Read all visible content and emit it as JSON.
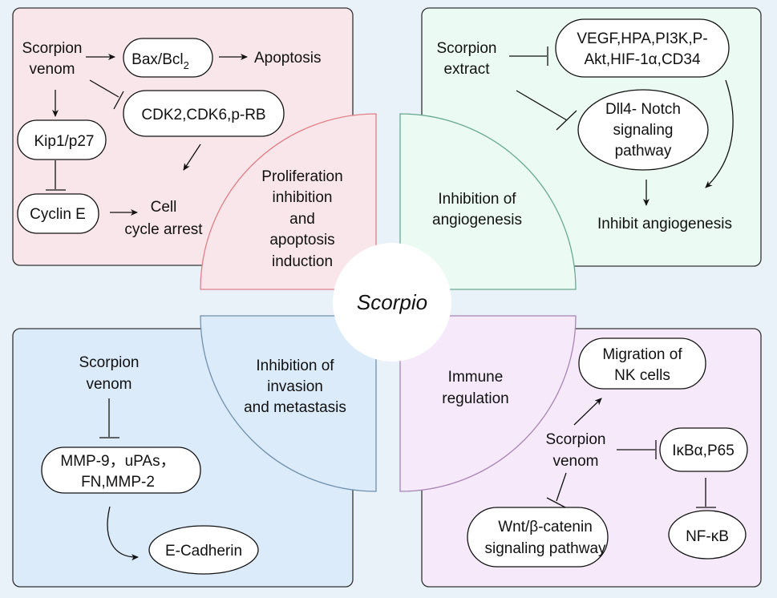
{
  "center": {
    "label": "Scorpio"
  },
  "colors": {
    "background": "#e9f1f9",
    "proliferation": "#f8e6ea",
    "proliferation_edge": "#e07f86",
    "angiogenesis": "#ebfbf4",
    "angiogenesis_edge": "#6aaa92",
    "invasion": "#dbebfa",
    "invasion_edge": "#6f90ac",
    "immune": "#f6eafa",
    "immune_edge": "#a884b5"
  },
  "quadrants": {
    "proliferation": {
      "title": [
        "Proliferation",
        "inhibition",
        "and",
        "apoptosis",
        "induction"
      ],
      "source": [
        "Scorpion",
        "venom"
      ],
      "nodes": {
        "bax": "Bax/Bcl",
        "bax_sub": "2",
        "apoptosis": "Apoptosis",
        "cdk": "CDK2,CDK6,p-RB",
        "kip": "Kip1/p27",
        "cyclin": "Cyclin E",
        "arrest": [
          "Cell",
          "cycle arrest"
        ]
      }
    },
    "angiogenesis": {
      "title": [
        "Inhibition of",
        "angiogenesis"
      ],
      "source": [
        "Scorpion",
        "extract"
      ],
      "nodes": {
        "vegf": [
          "VEGF,HPA,PI3K,P-",
          "Akt,HIF-1α,CD34"
        ],
        "notch": [
          "Dll4- Notch",
          "signaling",
          "pathway"
        ],
        "inhibit": "Inhibit angiogenesis"
      }
    },
    "invasion": {
      "title": [
        "Inhibition of",
        "invasion",
        "and metastasis"
      ],
      "source": [
        "Scorpion",
        "venom"
      ],
      "nodes": {
        "mmp": [
          "MMP-9，uPAs，",
          "FN,MMP-2"
        ],
        "ecad": "E-Cadherin"
      }
    },
    "immune": {
      "title": [
        "Immune",
        "regulation"
      ],
      "source": [
        "Scorpion",
        "venom"
      ],
      "nodes": {
        "nk": [
          "Migration of",
          "NK cells"
        ],
        "ikb": "IκBα,P65",
        "nfkb": "NF-κB",
        "wnt": [
          "Wnt/β-catenin",
          "signaling pathway"
        ]
      }
    }
  }
}
